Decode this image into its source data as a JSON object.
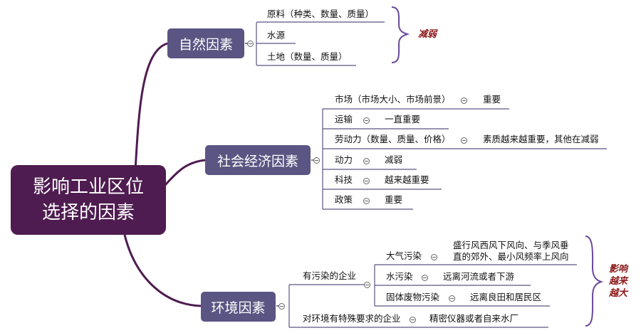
{
  "root": {
    "line1": "影响工业区位",
    "line2": "选择的因素"
  },
  "nature": {
    "label": "自然因素",
    "items": [
      "原料（种类、数量、质量）",
      "水源",
      "土地（数量、质量）"
    ],
    "brace_note": "减弱"
  },
  "social": {
    "label": "社会经济因素",
    "items": [
      {
        "factor": "市场（市场大小、市场前景）",
        "note": "重要"
      },
      {
        "factor": "运输",
        "note": "一直重要"
      },
      {
        "factor": "劳动力（数量、质量、价格）",
        "note": "素质越来越重要，其他在减弱"
      },
      {
        "factor": "动力",
        "note": "减弱"
      },
      {
        "factor": "科技",
        "note": "越来越重要"
      },
      {
        "factor": "政策",
        "note": "重要"
      }
    ]
  },
  "env": {
    "label": "环境因素",
    "polluting": {
      "label": "有污染的企业",
      "air": {
        "factor": "大气污染",
        "note_line1": "盛行风西风下风向、与季风垂",
        "note_line2": "直的郊外、最小风频率上风向"
      },
      "water": {
        "factor": "水污染",
        "note": "远离河流或者下游"
      },
      "solid": {
        "factor": "固体废物污染",
        "note": "远离良田和居民区"
      }
    },
    "special": {
      "factor": "对环境有特殊要求的企业",
      "note": "精密仪器或者自来水厂"
    },
    "brace_note": [
      "影响",
      "越来",
      "越大"
    ]
  },
  "colors": {
    "root": "#4e1c50",
    "branch": "#5a5582",
    "brace": "#6a4a9a",
    "note_text": "#8b1a1a"
  }
}
